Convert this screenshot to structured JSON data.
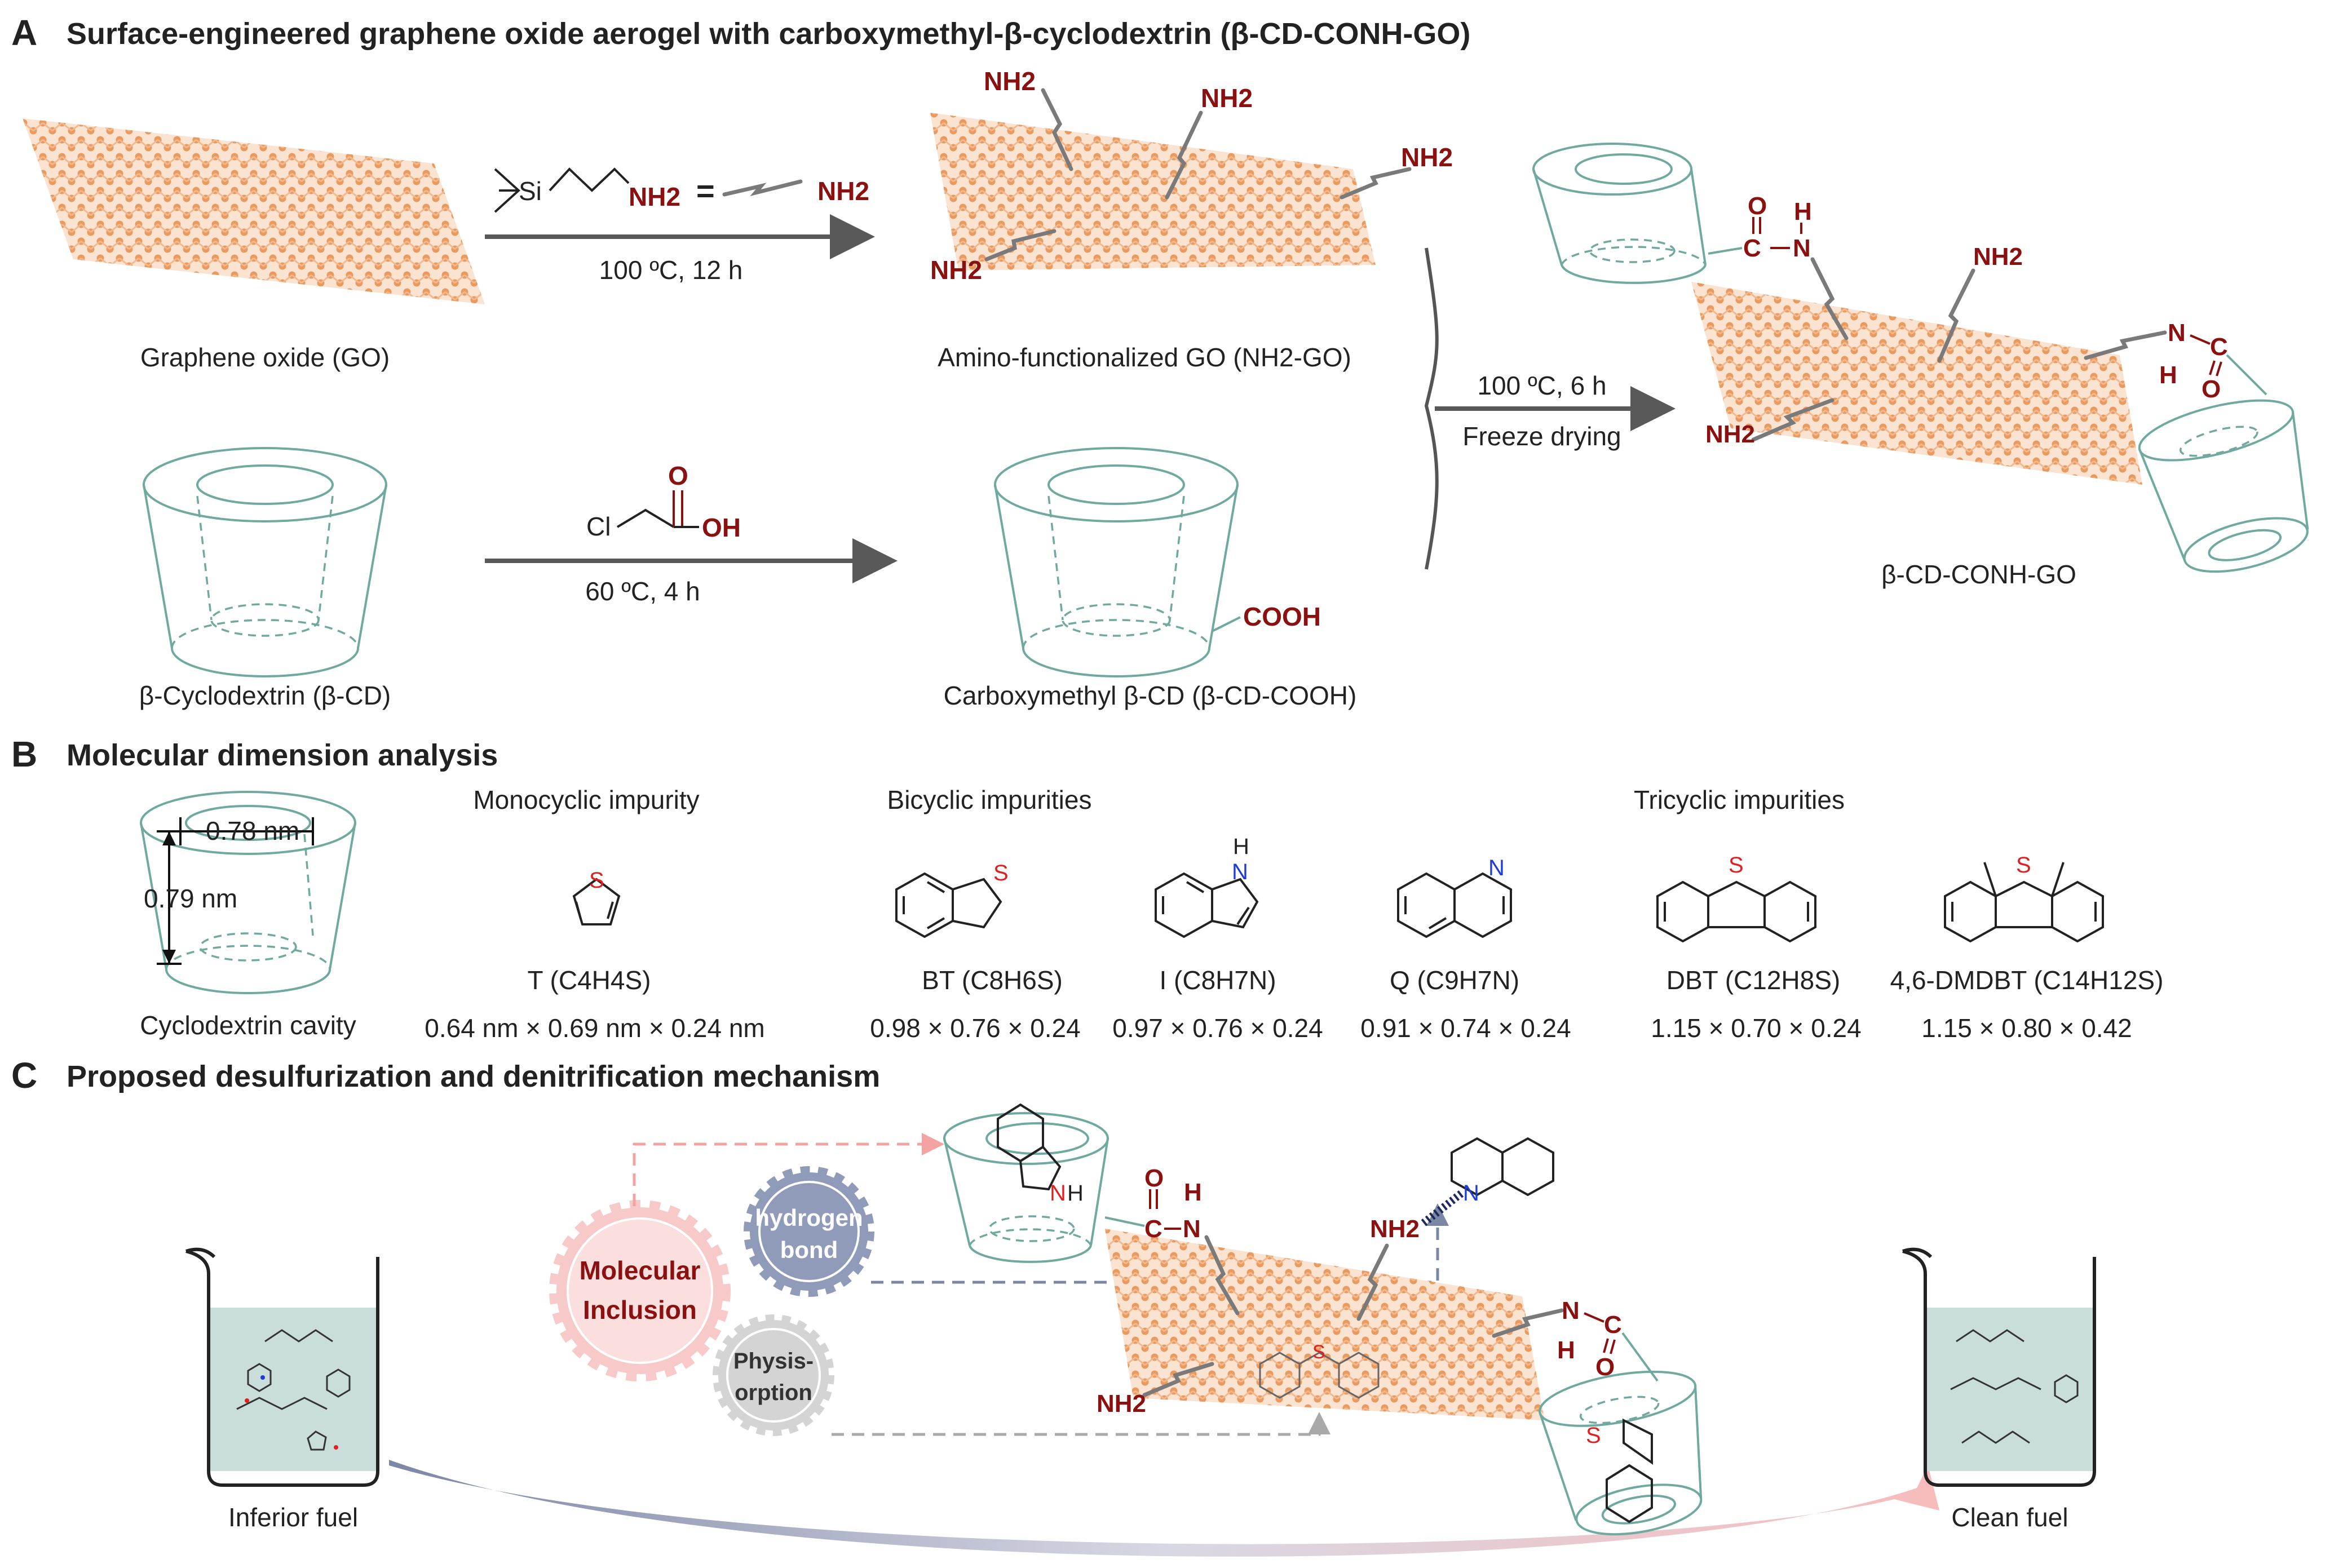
{
  "panels": {
    "A": {
      "letter": "A",
      "title": "Surface-engineered graphene oxide aerogel with carboxymethyl-β-cyclodextrin (β-CD-CONH-GO)"
    },
    "B": {
      "letter": "B",
      "title": "Molecular dimension analysis"
    },
    "C": {
      "letter": "C",
      "title": "Proposed desulfurization and denitrification mechanism"
    }
  },
  "panel_a": {
    "go_label": "Graphene oxide (GO)",
    "nh2go_label": "Amino-functionalized GO (NH2-GO)",
    "bcd_label": "β-Cyclodextrin (β-CD)",
    "bcdcooh_label": "Carboxymethyl β-CD (β-CD-COOH)",
    "product_label": "β-CD-CONH-GO",
    "reaction1_condition": "100 ºC, 12 h",
    "reaction2_condition": "60 ºC, 4 h",
    "reaction3_condition1": "100 ºC, 6 h",
    "reaction3_condition2": "Freeze drying",
    "si_label": "Si",
    "nh2": "NH2",
    "equals": "=",
    "cl_label": "Cl",
    "o_label": "O",
    "oh_label": "OH",
    "cooh": "COOH",
    "amide_c": "C",
    "amide_n": "N",
    "amide_h": "H",
    "amide_o": "O"
  },
  "panel_b": {
    "cavity_label": "Cyclodextrin cavity",
    "cavity_width": "0.78 nm",
    "cavity_height": "0.79 nm",
    "groups": [
      "Monocyclic impurity",
      "Bicyclic impurities",
      "Tricyclic impurities"
    ],
    "molecules": [
      {
        "name": "T (C4H4S)",
        "dims": "0.64 nm × 0.69 nm × 0.24 nm",
        "hetero": "S"
      },
      {
        "name": "BT (C8H6S)",
        "dims": "0.98 × 0.76 × 0.24",
        "hetero": "S"
      },
      {
        "name": "I (C8H7N)",
        "dims": "0.97 × 0.76 × 0.24",
        "hetero": "N",
        "extra": "H"
      },
      {
        "name": "Q (C9H7N)",
        "dims": "0.91 × 0.74 × 0.24",
        "hetero": "N"
      },
      {
        "name": "DBT (C12H8S)",
        "dims": "1.15 × 0.70 × 0.24",
        "hetero": "S"
      },
      {
        "name": "4,6-DMDBT (C14H12S)",
        "dims": "1.15 × 0.80 × 0.42",
        "hetero": "S"
      }
    ]
  },
  "panel_c": {
    "inferior_fuel": "Inferior fuel",
    "clean_fuel": "Clean fuel",
    "gear_inclusion_1": "Molecular",
    "gear_inclusion_2": "Inclusion",
    "gear_hbond_1": "hydrogen",
    "gear_hbond_2": "bond",
    "gear_phys_1": "Physis-",
    "gear_phys_2": "orption",
    "nh2": "NH2",
    "n_label": "N",
    "h_label": "H",
    "s_label": "S",
    "amide_c": "C",
    "amide_o": "O"
  },
  "colors": {
    "accent_red": "#8b1010",
    "cyclodextrin": "#6fa99f",
    "graphene": "#e8a06a",
    "gear_pink": "#f7c9c9",
    "gear_blue": "#8f9bb8",
    "gear_grey": "#cfcfcf",
    "fuel_liquid": "#c9dedb"
  }
}
